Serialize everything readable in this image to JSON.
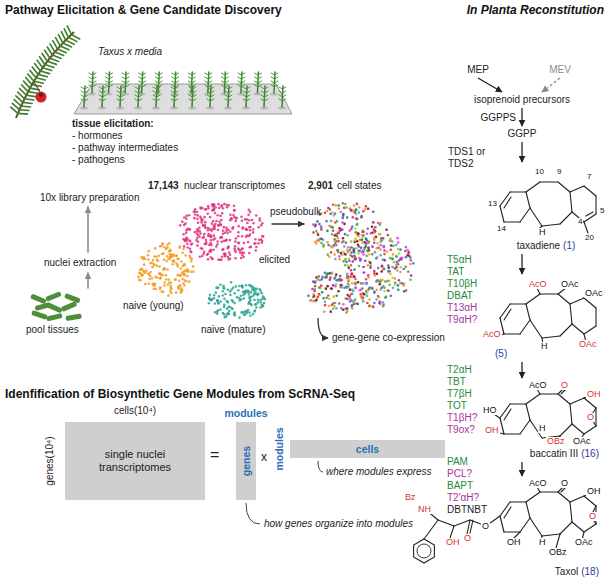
{
  "diagram": {
    "nodes": [
      {
        "text": [
          "single nuclei transcriptomes"
        ]
      },
      {
        "text": [
          "genes"
        ]
      },
      {
        "text": [
          "cells"
        ]
      },
      {
        "text": [
          "MEP"
        ]
      },
      {
        "text": [
          "MEV"
        ]
      },
      {
        "text": [
          "isoprenoid precursors"
        ]
      },
      {
        "text": [
          "GGPP"
        ]
      },
      {
        "text": [
          "taxadiene",
          "(1)"
        ]
      },
      {
        "text": [
          "(5)"
        ]
      },
      {
        "text": [
          "baccatin III",
          "(16)"
        ]
      },
      {
        "text": [
          "Taxol",
          "(18)"
        ]
      }
    ],
    "edges": [
      {
        "from": 3,
        "to": 5,
        "arrow": "to"
      },
      {
        "from": 4,
        "to": 5,
        "arrow": "to"
      },
      {
        "from": 5,
        "to": 6,
        "arrow": "to"
      },
      {
        "from": 6,
        "to": 7,
        "arrow": "to"
      },
      {
        "from": 7,
        "to": 8,
        "arrow": "to"
      },
      {
        "from": 8,
        "to": 9,
        "arrow": "to"
      },
      {
        "from": 9,
        "to": 10,
        "arrow": "to"
      }
    ],
    "labels": [
      "Pathway Elicitation & Gene Candidate Discovery",
      "In Planta Reconstitution",
      "Taxus x media",
      "tissue elicitation:",
      "- hormones",
      "- pathway intermediates",
      "- pathogens",
      "10x library preparation",
      "nuclei extraction",
      "pool tissues",
      "17,143",
      "nuclear transcriptomes",
      "naive (young)",
      "elicited",
      "naive (mature)",
      "pseudobulk",
      "2,901",
      "cell states",
      "gene-gene co-expression",
      "Idenfification of Biosynthetic Gene Modules from ScRNA-Seq",
      "cells(10⁴)",
      "genes(10⁴)",
      "=",
      "modules",
      "x",
      "modules",
      "where modules express",
      "how genes organize into modules",
      "GGPPS",
      "TDS1 or TDS2",
      "T5αH",
      "TAT",
      "T10βH",
      "DBAT",
      "T13αH",
      "T9αH?",
      "T2αH",
      "TBT",
      "T7βH",
      "TOT",
      "T1βH?",
      "T9ox?",
      "PAM",
      "PCL?",
      "BAPT",
      "T2'αH?",
      "DBTNBT",
      "10",
      "9",
      "7",
      "13",
      "14",
      "4",
      "5",
      "20",
      "H",
      "AcO",
      "OAc",
      "OAc",
      "AcO",
      "OAc",
      "H",
      "AcO",
      "O",
      "OH",
      "HO",
      "H",
      "OH",
      "OBz",
      "O",
      "OAc",
      "AcO",
      "O",
      "OH",
      "Bz",
      "NH",
      "O",
      "O",
      "OH",
      "H",
      "OH",
      "OBz",
      "O",
      "OAc"
    ]
  }
}
